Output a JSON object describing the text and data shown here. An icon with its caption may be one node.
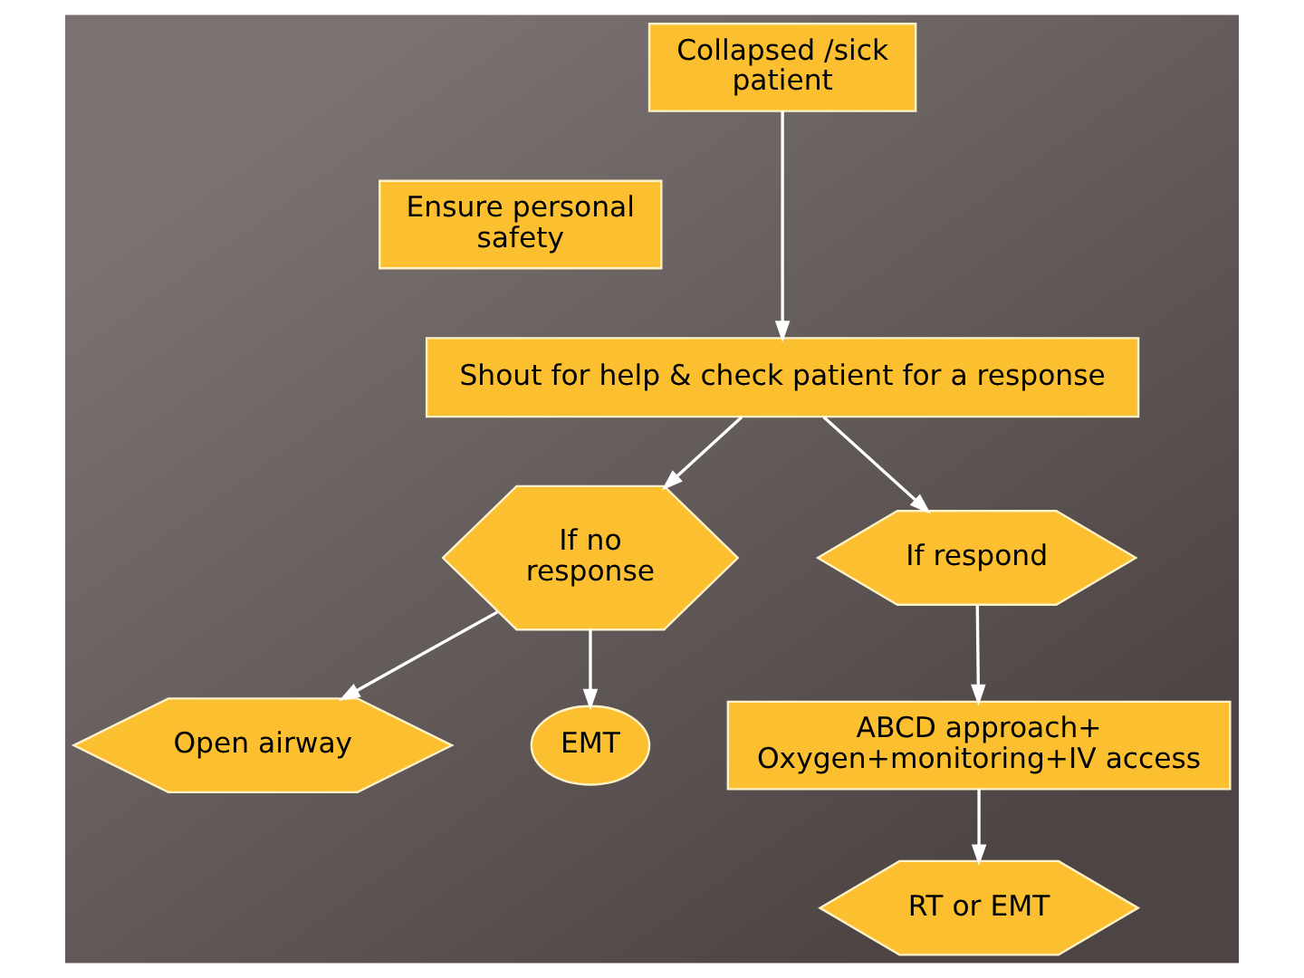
{
  "diagram": {
    "nodes": [
      {
        "text": [
          "Collapsed /sick patient"
        ]
      },
      {
        "text": [
          "Ensure personal safety"
        ]
      },
      {
        "text": [
          "Shout for help & check patient for a response"
        ]
      },
      {
        "text": [
          "If no response"
        ]
      },
      {
        "text": [
          "If respond"
        ]
      },
      {
        "text": [
          "EMT"
        ]
      },
      {
        "text": [
          "Open airway"
        ]
      },
      {
        "text": [
          "ABCD approach+ Oxygen+monitoring+IV access"
        ]
      },
      {
        "text": [
          "RT or EMT"
        ]
      }
    ],
    "edges": [
      {
        "from": 0,
        "to": 2,
        "arrow": "to"
      },
      {
        "from": 2,
        "to": 3,
        "arrow": "to"
      },
      {
        "from": 2,
        "to": 4,
        "arrow": "to"
      },
      {
        "from": 3,
        "to": 5,
        "arrow": "to"
      },
      {
        "from": 3,
        "to": 6,
        "arrow": "to"
      },
      {
        "from": 4,
        "to": 7,
        "arrow": "to"
      },
      {
        "from": 7,
        "to": 8,
        "arrow": "to"
      }
    ]
  }
}
